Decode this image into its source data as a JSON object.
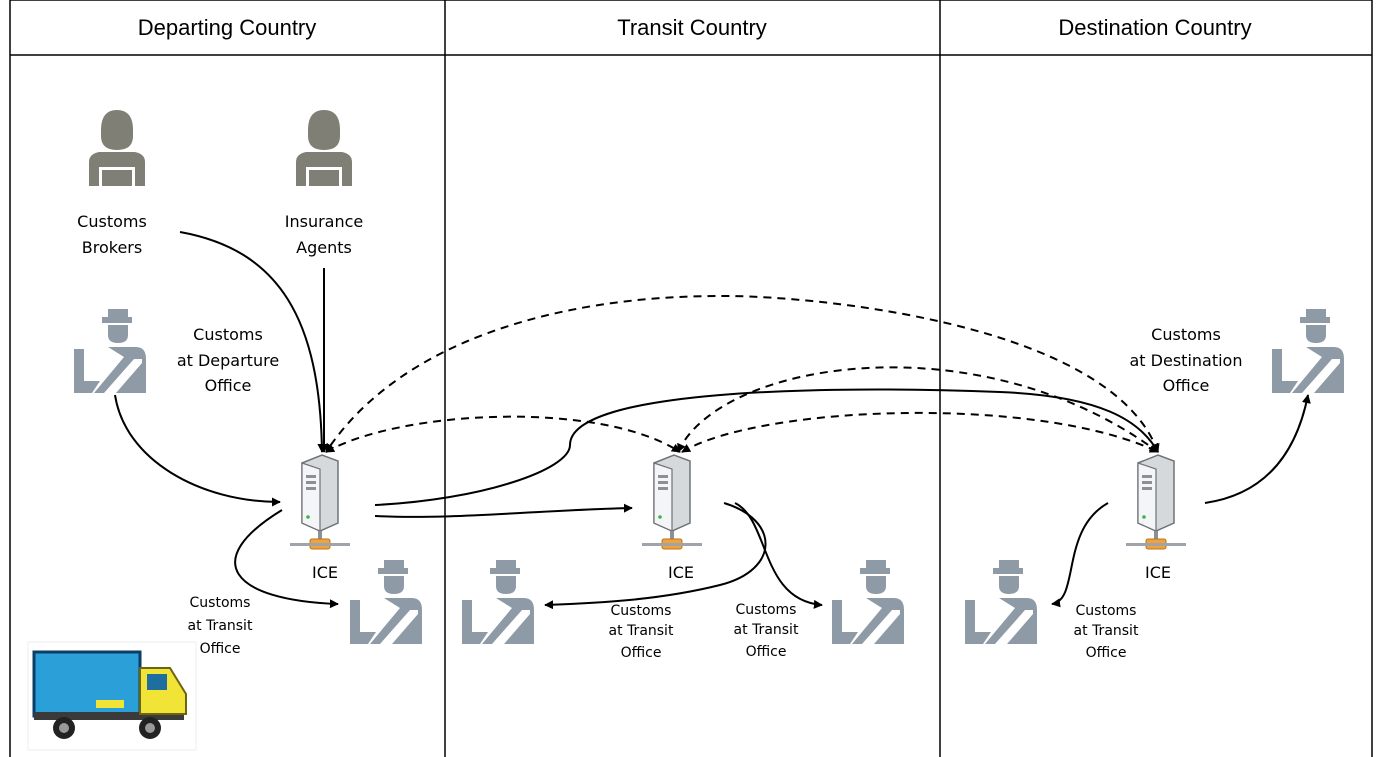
{
  "columns": {
    "departing": "Departing Country",
    "transit": "Transit Country",
    "destination": "Destination Country"
  },
  "actors": {
    "brokers": [
      "Customs",
      "Brokers"
    ],
    "insurance": [
      "Insurance",
      "Agents"
    ],
    "departure_office": [
      "Customs",
      "at Departure",
      "Office"
    ],
    "destination_office": [
      "Customs",
      "at Destination",
      "Office"
    ],
    "transit_office_1": [
      "Customs",
      "at Transit",
      "Office"
    ],
    "transit_office_2": [
      "Customs",
      "at Transit",
      "Office"
    ],
    "transit_office_3": [
      "Customs",
      "at Transit",
      "Office"
    ],
    "transit_office_4": [
      "Customs",
      "at Transit",
      "Office"
    ]
  },
  "servers": {
    "departing": "ICE",
    "transit": "ICE",
    "destination": "ICE"
  },
  "colors": {
    "person_icon": "#7f7f76",
    "officer_icon": "#8e9aa6",
    "server_body": "#e9ebec",
    "truck_body": "#2a9fd8",
    "truck_cab": "#f2e437"
  }
}
